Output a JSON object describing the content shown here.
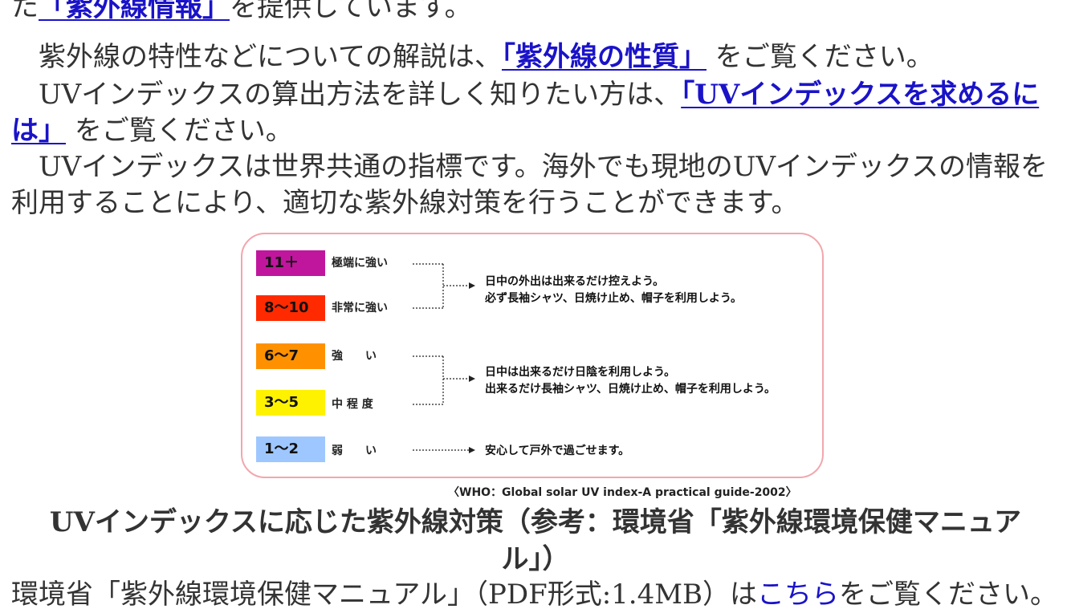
{
  "paragraph0": {
    "prefix": "た",
    "link": "「紫外線情報」",
    "suffix": "を提供しています。"
  },
  "paragraph1": {
    "prefix": "　紫外線の特性などについての解説は、",
    "link": "「紫外線の性質」",
    "suffix": "をご覧ください。"
  },
  "paragraph2": {
    "prefix": "　UVインデックスの算出方法を詳しく知りたい方は、",
    "link_part1": "「UVインデックスを求めるに",
    "link_part2": "は」",
    "suffix": "をご覧ください。"
  },
  "paragraph3": {
    "line1": "　UVインデックスは世界共通の指標です。海外でも現地のUVインデックスの情報を",
    "line2": "利用することにより、適切な紫外線対策を行うことができます。"
  },
  "figure": {
    "levels": [
      {
        "range": "11＋",
        "label": "極端に強い",
        "color": "#c0169e"
      },
      {
        "range": "8〜10",
        "label": "非常に強い",
        "color": "#ff2a00"
      },
      {
        "range": "6〜7",
        "label": "強　　い",
        "color": "#ff9100"
      },
      {
        "range": "3〜5",
        "label": "中 程 度",
        "color": "#fff200"
      },
      {
        "range": "1〜2",
        "label": "弱　　い",
        "color": "#9ec7ff"
      }
    ],
    "advice": [
      {
        "line1": "日中の外出は出来るだけ控えよう。",
        "line2": "必ず長袖シャツ、日焼け止め、帽子を利用しよう。"
      },
      {
        "line1": "日中は出来るだけ日陰を利用しよう。",
        "line2": "出来るだけ長袖シャツ、日焼け止め、帽子を利用しよう。"
      },
      {
        "line1": "安心して戸外で過ごせます。"
      }
    ],
    "border_color": "#f2a6ad"
  },
  "source_note": "〈WHO：Global solar UV index-A practical guide-2002〉",
  "caption": "UVインデックスに応じた紫外線対策（参考：環境省「紫外線環境保健マニュアル」）",
  "last_line": {
    "prefix": "環境省「紫外線環境保健マニュアル」（PDF形式:1.4MB）は",
    "link": "こちら",
    "suffix": "をご覧ください。"
  }
}
